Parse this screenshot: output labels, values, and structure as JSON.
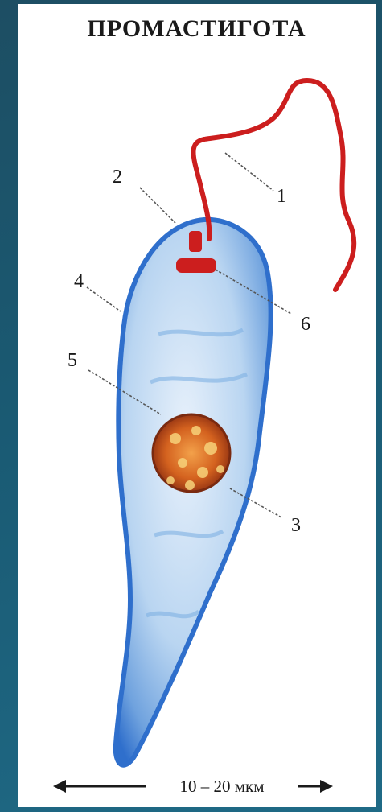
{
  "title": "ПРОМАСТИГОТА",
  "labels": {
    "l1": "1",
    "l2": "2",
    "l3": "3",
    "l4": "4",
    "l5": "5",
    "l6": "6"
  },
  "scale_bar": "10 – 20 мкм",
  "colors": {
    "cell_body": "#9ec4ea",
    "cell_edge": "#2f6fcc",
    "flagellum": "#cc1e1e",
    "nucleus": "#c8521a",
    "kinetoplast": "#cc1e1e",
    "background": "#1d5a72"
  }
}
